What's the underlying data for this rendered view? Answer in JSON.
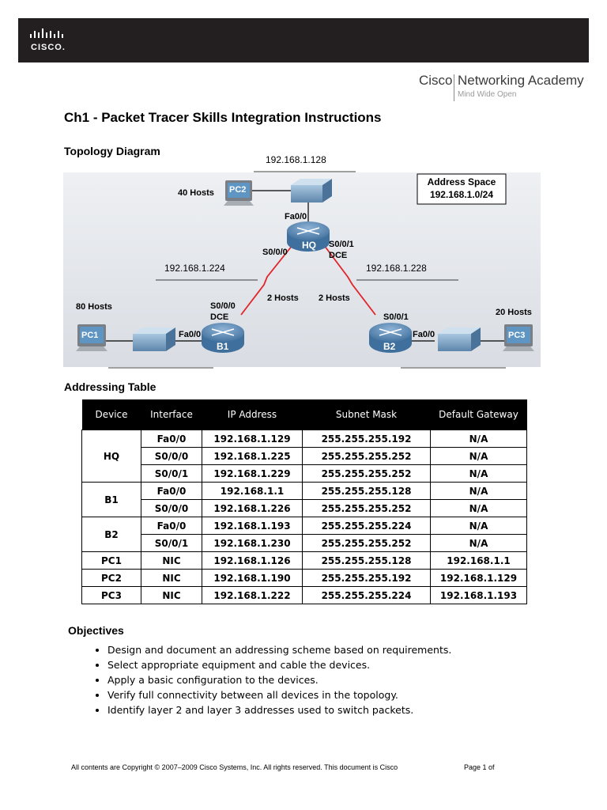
{
  "header": {
    "brand": "CISCO.",
    "academy_left": "Cisco",
    "academy_right": "Networking Academy",
    "tagline": "Mind Wide Open"
  },
  "title": "Ch1 - Packet Tracer Skills Integration Instructions",
  "topology": {
    "heading": "Topology Diagram",
    "net_hq": "192.168.1.128",
    "net_b1_wan": "192.168.1.224",
    "net_b2_wan": "192.168.1.228",
    "address_space_label": "Address Space",
    "address_space_value": "192.168.1.0/24",
    "hq_hosts": "40 Hosts",
    "b1_hosts": "80 Hosts",
    "b2_hosts": "20 Hosts",
    "wan_hosts_left": "2 Hosts",
    "wan_hosts_right": "2 Hosts",
    "pc1": "PC1",
    "pc2": "PC2",
    "pc3": "PC3",
    "hq": "HQ",
    "b1": "B1",
    "b2": "B2",
    "hq_fa": "Fa0/0",
    "hq_s000": "S0/0/0",
    "hq_s001": "S0/0/1",
    "hq_dce": "DCE",
    "b1_s000": "S0/0/0",
    "b1_dce": "DCE",
    "b1_fa": "Fa0/0",
    "b2_s001": "S0/0/1",
    "b2_fa": "Fa0/0"
  },
  "addressing": {
    "heading": "Addressing Table",
    "headers": [
      "Device",
      "Interface",
      "IP Address",
      "Subnet Mask",
      "Default Gateway"
    ],
    "groups": [
      {
        "device": "HQ",
        "rows": [
          [
            "Fa0/0",
            "192.168.1.129",
            "255.255.255.192",
            "N/A"
          ],
          [
            "S0/0/0",
            "192.168.1.225",
            "255.255.255.252",
            "N/A"
          ],
          [
            "S0/0/1",
            "192.168.1.229",
            "255.255.255.252",
            "N/A"
          ]
        ]
      },
      {
        "device": "B1",
        "rows": [
          [
            "Fa0/0",
            "192.168.1.1",
            "255.255.255.128",
            "N/A"
          ],
          [
            "S0/0/0",
            "192.168.1.226",
            "255.255.255.252",
            "N/A"
          ]
        ]
      },
      {
        "device": "B2",
        "rows": [
          [
            "Fa0/0",
            "192.168.1.193",
            "255.255.255.224",
            "N/A"
          ],
          [
            "S0/0/1",
            "192.168.1.230",
            "255.255.255.252",
            "N/A"
          ]
        ]
      },
      {
        "device": "PC1",
        "rows": [
          [
            "NIC",
            "192.168.1.126",
            "255.255.255.128",
            "192.168.1.1"
          ]
        ]
      },
      {
        "device": "PC2",
        "rows": [
          [
            "NIC",
            "192.168.1.190",
            "255.255.255.192",
            "192.168.1.129"
          ]
        ]
      },
      {
        "device": "PC3",
        "rows": [
          [
            "NIC",
            "192.168.1.222",
            "255.255.255.224",
            "192.168.1.193"
          ]
        ]
      }
    ]
  },
  "objectives": {
    "heading": "Objectives",
    "items": [
      "Design and document an addressing scheme based on requirements.",
      "Select appropriate equipment and cable the devices.",
      "Apply a basic configuration to the devices.",
      "Verify full connectivity between all devices in the topology.",
      "Identify layer 2 and layer 3 addresses used to switch packets."
    ]
  },
  "footer": {
    "copyright": "All contents are Copyright © 2007–2009 Cisco Systems, Inc. All rights reserved. This document is Cisco",
    "page": "Page 1 of"
  }
}
